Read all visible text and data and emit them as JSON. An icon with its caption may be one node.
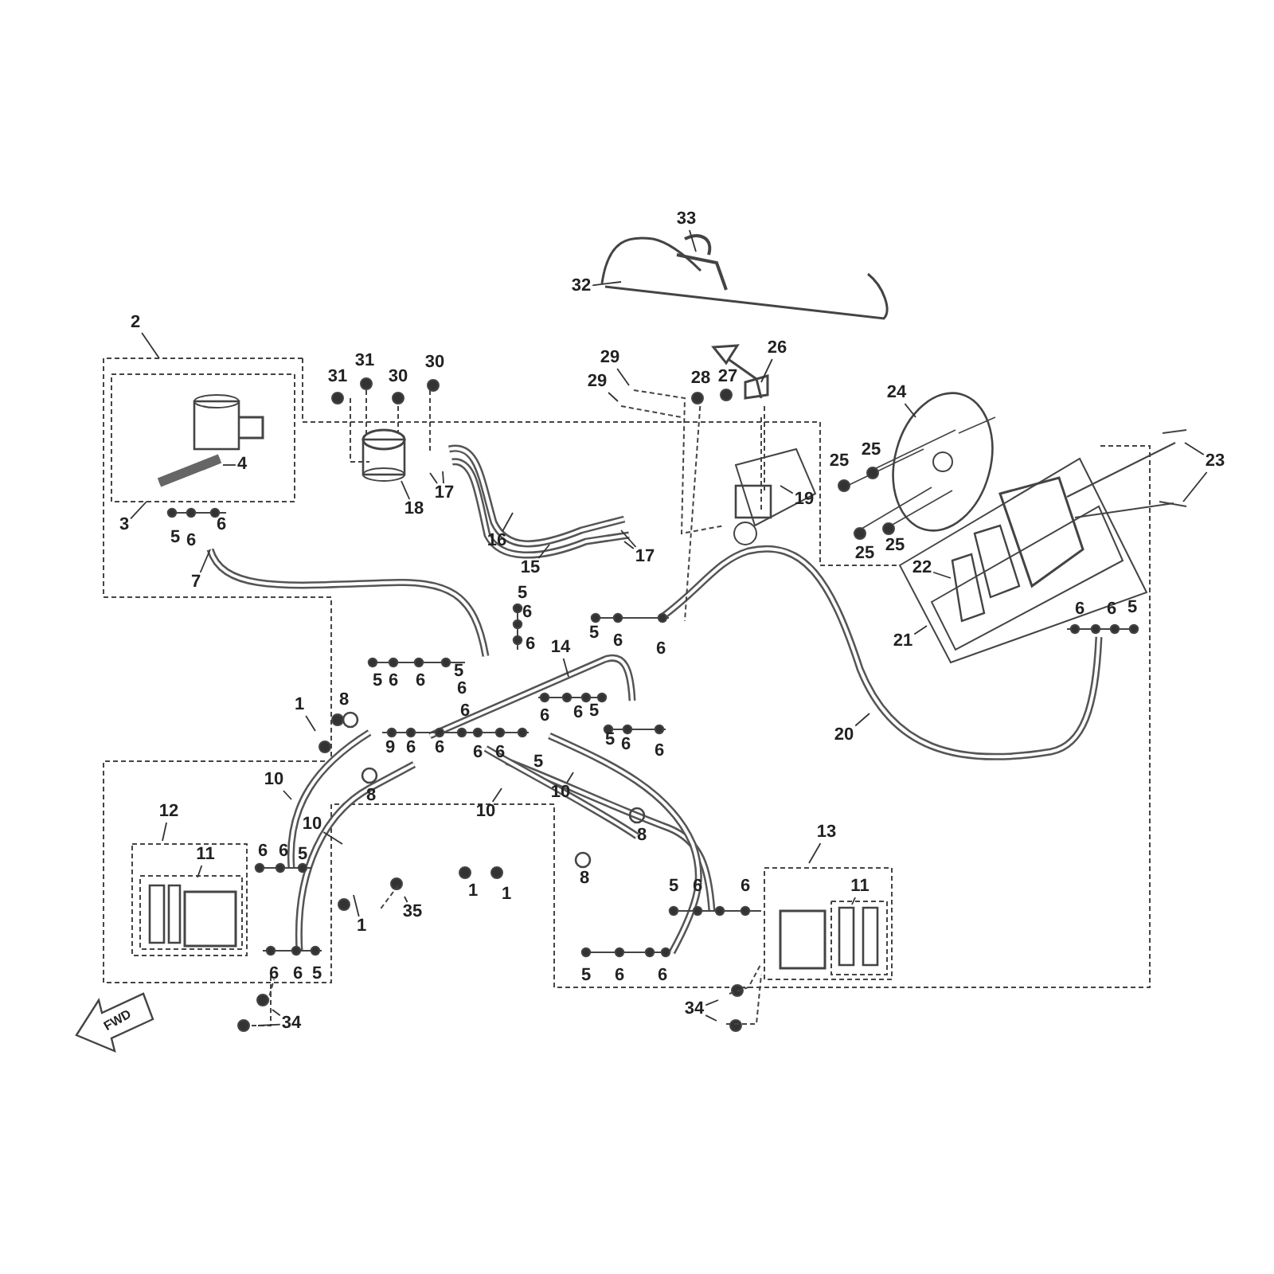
{
  "diagram": {
    "nodes": [
      {
        "text": [
          "2"
        ]
      },
      {
        "text": [
          "3"
        ]
      },
      {
        "text": [
          "4"
        ]
      },
      {
        "text": [
          "7"
        ]
      },
      {
        "text": [
          "18"
        ]
      },
      {
        "text": [
          "17"
        ]
      },
      {
        "text": [
          "16"
        ]
      },
      {
        "text": [
          "15"
        ]
      },
      {
        "text": [
          "17"
        ]
      },
      {
        "text": [
          "19"
        ]
      },
      {
        "text": [
          "29"
        ]
      },
      {
        "text": [
          "29"
        ]
      },
      {
        "text": [
          "26"
        ]
      },
      {
        "text": [
          "33"
        ]
      },
      {
        "text": [
          "32"
        ]
      },
      {
        "text": [
          "24"
        ]
      },
      {
        "text": [
          "23"
        ]
      },
      {
        "text": [
          "22"
        ]
      },
      {
        "text": [
          "21"
        ]
      },
      {
        "text": [
          "14"
        ]
      },
      {
        "text": [
          "20"
        ]
      },
      {
        "text": [
          "1"
        ]
      },
      {
        "text": [
          "10"
        ]
      },
      {
        "text": [
          "12"
        ]
      },
      {
        "text": [
          "11"
        ]
      },
      {
        "text": [
          "10"
        ]
      },
      {
        "text": [
          "10"
        ]
      },
      {
        "text": [
          "10"
        ]
      },
      {
        "text": [
          "35"
        ]
      },
      {
        "text": [
          "1"
        ]
      },
      {
        "text": [
          "13"
        ]
      },
      {
        "text": [
          "11"
        ]
      },
      {
        "text": [
          "34"
        ]
      },
      {
        "text": [
          "34"
        ]
      }
    ],
    "edges": [
      {
        "from": 0,
        "to": null,
        "arrow": "none"
      },
      {
        "from": 1,
        "to": null,
        "arrow": "none"
      },
      {
        "from": 2,
        "to": null,
        "arrow": "none"
      },
      {
        "from": 3,
        "to": null,
        "arrow": "none"
      },
      {
        "from": 4,
        "to": null,
        "arrow": "none"
      },
      {
        "from": 5,
        "to": null,
        "arrow": "none"
      },
      {
        "from": 5,
        "to": null,
        "arrow": "none"
      },
      {
        "from": 6,
        "to": null,
        "arrow": "none"
      },
      {
        "from": 7,
        "to": null,
        "arrow": "none"
      },
      {
        "from": 8,
        "to": null,
        "arrow": "none"
      },
      {
        "from": 8,
        "to": null,
        "arrow": "none"
      },
      {
        "from": 9,
        "to": null,
        "arrow": "none"
      },
      {
        "from": 10,
        "to": null,
        "arrow": "none"
      },
      {
        "from": 11,
        "to": null,
        "arrow": "none"
      },
      {
        "from": 12,
        "to": null,
        "arrow": "none"
      },
      {
        "from": 13,
        "to": null,
        "arrow": "none"
      },
      {
        "from": 14,
        "to": null,
        "arrow": "none"
      },
      {
        "from": 15,
        "to": null,
        "arrow": "none"
      },
      {
        "from": 16,
        "to": null,
        "arrow": "none"
      },
      {
        "from": 16,
        "to": null,
        "arrow": "none"
      },
      {
        "from": 17,
        "to": null,
        "arrow": "none"
      },
      {
        "from": 18,
        "to": null,
        "arrow": "none"
      },
      {
        "from": 19,
        "to": null,
        "arrow": "none"
      },
      {
        "from": 20,
        "to": null,
        "arrow": "none"
      },
      {
        "from": 21,
        "to": null,
        "arrow": "none"
      },
      {
        "from": 22,
        "to": null,
        "arrow": "none"
      },
      {
        "from": 23,
        "to": null,
        "arrow": "none"
      },
      {
        "from": 24,
        "to": null,
        "arrow": "none"
      },
      {
        "from": 25,
        "to": null,
        "arrow": "none"
      },
      {
        "from": 26,
        "to": null,
        "arrow": "none"
      },
      {
        "from": 27,
        "to": null,
        "arrow": "none"
      },
      {
        "from": 28,
        "to": null,
        "arrow": "none"
      },
      {
        "from": 29,
        "to": null,
        "arrow": "none"
      },
      {
        "from": 30,
        "to": null,
        "arrow": "none"
      },
      {
        "from": 31,
        "to": null,
        "arrow": "none"
      },
      {
        "from": 32,
        "to": null,
        "arrow": "none"
      },
      {
        "from": 32,
        "to": null,
        "arrow": "none"
      },
      {
        "from": 33,
        "to": null,
        "arrow": "none"
      },
      {
        "from": 33,
        "to": null,
        "arrow": "none"
      }
    ],
    "labels": [
      "31",
      "31",
      "30",
      "30",
      "28",
      "27",
      "25",
      "25",
      "5",
      "6",
      "6",
      "25",
      "25",
      "5",
      "6",
      "6",
      "6",
      "5",
      "6",
      "5",
      "6",
      "6",
      "5",
      "6",
      "6",
      "5",
      "6",
      "8",
      "6",
      "6",
      "6",
      "5",
      "9",
      "6",
      "6",
      "6",
      "6",
      "5",
      "5",
      "6",
      "6",
      "8",
      "8",
      "6",
      "6",
      "5",
      "1",
      "1",
      "8",
      "5",
      "6",
      "6",
      "6",
      "6",
      "5",
      "5",
      "6",
      "6",
      "FWD"
    ]
  }
}
